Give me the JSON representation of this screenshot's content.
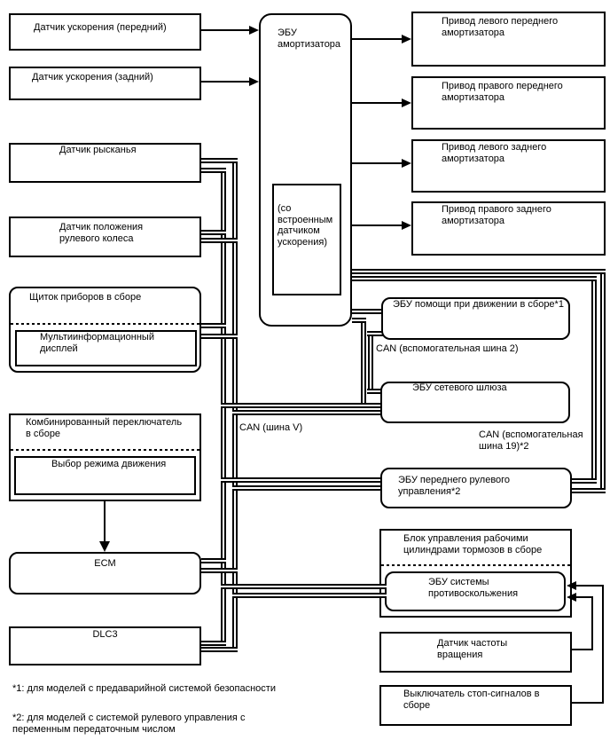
{
  "diagram": {
    "title_hint": "Система подвески — схема электронных блоков (рус.)",
    "colors": {
      "line": "#000000",
      "background": "#ffffff",
      "text": "#000000"
    },
    "labels": {
      "accel_front": "Датчик ускорения (передний)",
      "accel_rear": "Датчик ускорения (задний)",
      "yaw": "Датчик рысканья",
      "steer_pos": "Датчик положения\nрулевого колеса",
      "cluster": "Щиток приборов в сборе",
      "multi_display": "Мультиинформационный\nдисплей",
      "combo": "Комбинированный переключатель\nв сборе",
      "mode_select": "Выбор режима движения",
      "ecm": "ECM",
      "dlc3": "DLC3",
      "shock_ecu": "ЭБУ\nамортизатора",
      "shock_note": "(со\nвстроенным\nдатчиком\nускорения)",
      "priv_fl": "Привод левого переднего\nамортизатора",
      "priv_fr": "Привод правого переднего\nамортизатора",
      "priv_rl": "Привод левого заднего\nамортизатора",
      "priv_rr": "Привод правого заднего\nамортизатора",
      "assist": "ЭБУ помощи при движении в сборе*1",
      "gateway": "ЭБУ сетевого шлюза",
      "front_steer": "ЭБУ переднего рулевого\nуправления*2",
      "brake_unit": "Блок управления рабочими\nцилиндрами тормозов в сборе",
      "skid_ecu": "ЭБУ системы\nпротивоскольжения",
      "speed_sensor": "Датчик частоты\nвращения",
      "stop_switch": "Выключатель стоп-сигналов в\nсборе",
      "can_v": "CAN (шина V)",
      "can_aux2": "CAN (вспомогательная шина 2)",
      "can_aux19": "CAN (вспомогательная\nшина 19)*2",
      "fn1": "*1: для моделей с предаварийной системой безопасности",
      "fn2": "*2: для моделей с системой рулевого управления с\nпеременным передаточным числом"
    }
  }
}
